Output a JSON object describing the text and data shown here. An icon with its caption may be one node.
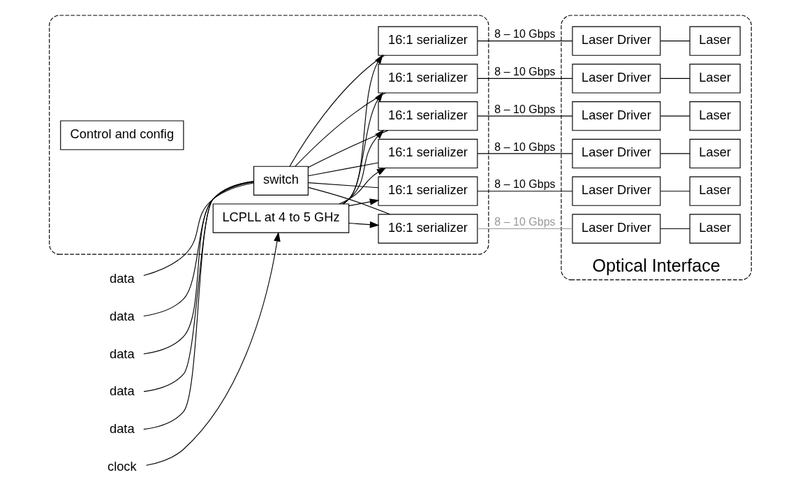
{
  "diagram": {
    "nodes": [
      {
        "text": [],
        "shape": "box"
      },
      {
        "text": [
          "switch"
        ],
        "in": 0
      },
      {
        "text": [
          "16:1 serializer"
        ],
        "in": 0
      },
      {
        "text": [
          "16:1 serializer"
        ],
        "in": 0
      },
      {
        "text": [
          "16:1 serializer"
        ],
        "in": 0
      },
      {
        "text": [
          "16:1 serializer"
        ],
        "in": 0
      },
      {
        "text": [
          "16:1 serializer"
        ],
        "in": 0
      },
      {
        "text": [
          "16:1 serializer"
        ],
        "in": 0
      },
      {
        "text": [
          "LCPLL at 4 to 5 GHz"
        ],
        "in": 0
      },
      {
        "text": [
          "Control and config"
        ],
        "in": 0
      },
      {
        "text": [
          "Optical Interface"
        ]
      },
      {
        "text": [
          "Laser Driver"
        ],
        "in": 10
      },
      {
        "text": [
          "Laser"
        ],
        "in": 10
      },
      {
        "text": [
          "Laser Driver"
        ],
        "in": 10
      },
      {
        "text": [
          "Laser"
        ],
        "in": 10
      },
      {
        "text": [
          "Laser Driver"
        ],
        "in": 10
      },
      {
        "text": [
          "Laser"
        ],
        "in": 10
      },
      {
        "text": [
          "Laser Driver"
        ],
        "in": 10
      },
      {
        "text": [
          "Laser"
        ],
        "in": 10
      },
      {
        "text": [
          "Laser Driver"
        ],
        "in": 10
      },
      {
        "text": [
          "Laser"
        ],
        "in": 10
      },
      {
        "text": [
          "Laser Driver"
        ],
        "in": 10
      },
      {
        "text": [
          "Laser"
        ],
        "in": 10
      },
      {
        "text": [
          "data"
        ]
      },
      {
        "text": [
          "data"
        ]
      },
      {
        "text": [
          "data"
        ]
      },
      {
        "text": [
          "data"
        ]
      },
      {
        "text": [
          "data"
        ]
      },
      {
        "text": [
          "clock"
        ]
      }
    ],
    "edges": [
      {
        "from": 23,
        "to": 1,
        "arrow": "none"
      },
      {
        "from": 24,
        "to": 1,
        "arrow": "none"
      },
      {
        "from": 25,
        "to": 1,
        "arrow": "none"
      },
      {
        "from": 26,
        "to": 1,
        "arrow": "none"
      },
      {
        "from": 27,
        "to": 1,
        "arrow": "none"
      },
      {
        "from": 1,
        "to": 2,
        "arrow": "none"
      },
      {
        "from": 1,
        "to": 3,
        "arrow": "none"
      },
      {
        "from": 1,
        "to": 4,
        "arrow": "none"
      },
      {
        "from": 1,
        "to": 5,
        "arrow": "none"
      },
      {
        "from": 1,
        "to": 6,
        "arrow": "none"
      },
      {
        "from": 1,
        "to": 7,
        "arrow": "none"
      },
      {
        "from": 28,
        "to": 8,
        "arrow": "to"
      },
      {
        "from": 8,
        "to": 2,
        "arrow": "to"
      },
      {
        "from": 8,
        "to": 3,
        "arrow": "to"
      },
      {
        "from": 8,
        "to": 4,
        "arrow": "to"
      },
      {
        "from": 8,
        "to": 5,
        "arrow": "to"
      },
      {
        "from": 8,
        "to": 6,
        "arrow": "to"
      },
      {
        "from": 8,
        "to": 7,
        "arrow": "to"
      },
      {
        "from": 2,
        "to": 11,
        "arrow": "none",
        "label": "8 – 10 Gbps"
      },
      {
        "from": 3,
        "to": 13,
        "arrow": "none",
        "label": "8 – 10 Gbps"
      },
      {
        "from": 4,
        "to": 15,
        "arrow": "none",
        "label": "8 – 10 Gbps"
      },
      {
        "from": 5,
        "to": 17,
        "arrow": "none",
        "label": "8 – 10 Gbps"
      },
      {
        "from": 6,
        "to": 19,
        "arrow": "none",
        "label": "8 – 10 Gbps"
      },
      {
        "from": 7,
        "to": 21,
        "arrow": "none",
        "label": "8 – 10 Gbps",
        "color": "#999999"
      },
      {
        "from": 11,
        "to": 12,
        "arrow": "none"
      },
      {
        "from": 13,
        "to": 14,
        "arrow": "none"
      },
      {
        "from": 15,
        "to": 16,
        "arrow": "none"
      },
      {
        "from": 17,
        "to": 18,
        "arrow": "none"
      },
      {
        "from": 19,
        "to": 20,
        "arrow": "none"
      },
      {
        "from": 21,
        "to": 22,
        "arrow": "none"
      }
    ]
  }
}
